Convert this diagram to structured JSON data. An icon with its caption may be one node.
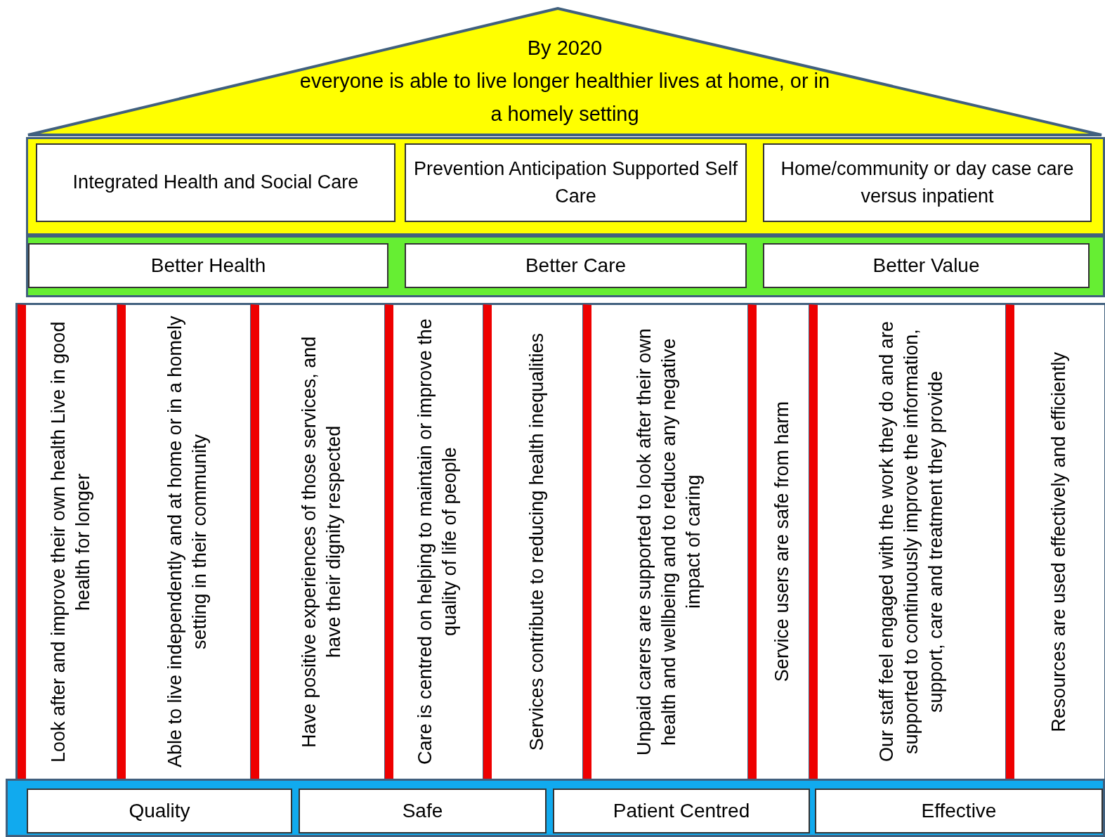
{
  "diagram": {
    "nodes": [
      {
        "text": [
          "By 2020",
          "everyone is able to live longer healthier lives at home, or in a homely setting"
        ]
      },
      {
        "text": [],
        "shape": "box"
      },
      {
        "text": [
          "Integrated Health and Social Care"
        ],
        "in": 1
      },
      {
        "text": [
          "Prevention Anticipation Supported Self Care"
        ],
        "in": 1
      },
      {
        "text": [
          "Home/community or day case care versus inpatient"
        ],
        "in": 1
      },
      {
        "text": [],
        "shape": "box"
      },
      {
        "text": [
          "Better Health"
        ],
        "in": 5
      },
      {
        "text": [
          "Better Care"
        ],
        "in": 5
      },
      {
        "text": [
          "Better Value"
        ],
        "in": 5
      },
      {
        "text": [
          "Look after and improve their own health Live in good health for longer"
        ]
      },
      {
        "text": [
          "Able to live independently and at home or in a homely setting in their community"
        ]
      },
      {
        "text": [
          "Have positive experiences of those services, and have their dignity respected"
        ]
      },
      {
        "text": [
          "Care is centred on helping to maintain or improve the quality of life of people"
        ]
      },
      {
        "text": [
          "Services contribute to reducing health inequalities"
        ]
      },
      {
        "text": [
          "Unpaid carers are supported to look after their own health and wellbeing and to reduce any negative impact of caring"
        ]
      },
      {
        "text": [
          "Service users are safe from harm"
        ]
      },
      {
        "text": [
          "Our staff feel engaged with the work they do and are supported to continuously improve the information, support, care and treatment they provide"
        ]
      },
      {
        "text": [
          "Resources are used effectively and efficiently"
        ]
      },
      {
        "text": [],
        "shape": "box"
      },
      {
        "text": [
          "Quality"
        ],
        "in": 18
      },
      {
        "text": [
          "Safe"
        ],
        "in": 18
      },
      {
        "text": [
          "Patient Centred"
        ],
        "in": 18
      },
      {
        "text": [
          "Effective"
        ],
        "in": 18
      }
    ]
  }
}
